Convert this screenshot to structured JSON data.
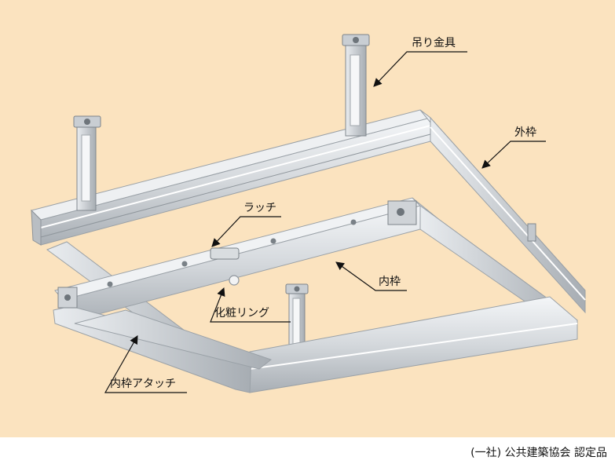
{
  "labels": {
    "hanger": "吊り金具",
    "outer_frame": "外枠",
    "latch": "ラッチ",
    "inner_frame": "内枠",
    "decor_ring": "化粧リング",
    "inner_attach": "内枠アタッチ"
  },
  "footer": "(一社) 公共建築協会 認定品",
  "colors": {
    "background": "#fbe3bf",
    "metal_light": "#e6e9ec",
    "metal_mid": "#c3c8cd",
    "metal_dark": "#8e959c",
    "text": "#111111"
  }
}
